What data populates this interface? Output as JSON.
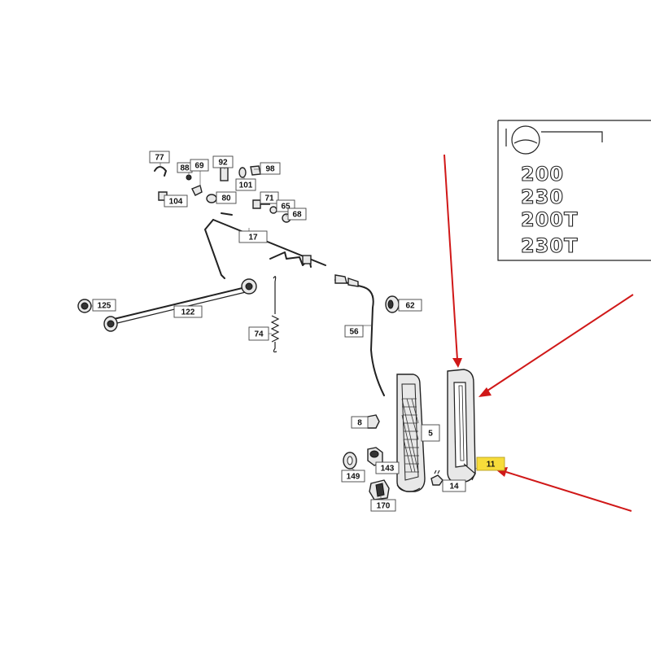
{
  "diagram": {
    "callouts": [
      {
        "id": "c77",
        "label": "77"
      },
      {
        "id": "c88",
        "label": "88"
      },
      {
        "id": "c69",
        "label": "69"
      },
      {
        "id": "c92",
        "label": "92"
      },
      {
        "id": "c98",
        "label": "98"
      },
      {
        "id": "c101",
        "label": "101"
      },
      {
        "id": "c104",
        "label": "104"
      },
      {
        "id": "c80",
        "label": "80"
      },
      {
        "id": "c71",
        "label": "71"
      },
      {
        "id": "c65",
        "label": "65"
      },
      {
        "id": "c68",
        "label": "68"
      },
      {
        "id": "c17",
        "label": "17"
      },
      {
        "id": "c125",
        "label": "125"
      },
      {
        "id": "c122",
        "label": "122"
      },
      {
        "id": "c74",
        "label": "74"
      },
      {
        "id": "c56",
        "label": "56"
      },
      {
        "id": "c62",
        "label": "62"
      },
      {
        "id": "c8",
        "label": "8"
      },
      {
        "id": "c5",
        "label": "5"
      },
      {
        "id": "c149",
        "label": "149"
      },
      {
        "id": "c143",
        "label": "143"
      },
      {
        "id": "c170",
        "label": "170"
      },
      {
        "id": "c14",
        "label": "14"
      },
      {
        "id": "c11",
        "label": "11",
        "highlight": true
      }
    ],
    "model_badges": [
      "200",
      "230",
      "200T",
      "230T"
    ],
    "colors": {
      "highlight": "#f7dc3a",
      "arrow": "#d01818",
      "line": "#222222"
    }
  }
}
